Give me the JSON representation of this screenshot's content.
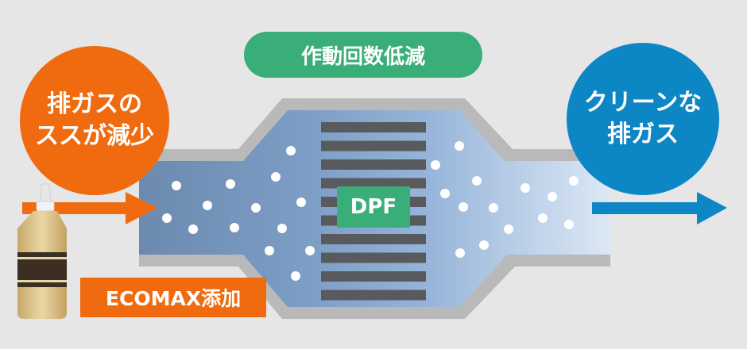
{
  "top_label": "作動回数低減",
  "left_circle": {
    "line1": "排ガスの",
    "line2": "ススが減少"
  },
  "right_circle": {
    "line1": "クリーンな",
    "line2": "排ガス"
  },
  "filter_label": "DPF",
  "additive_label": "ECOMAX添加",
  "colors": {
    "orange": "#f06a0f",
    "green": "#3aae78",
    "blue": "#0d86c6",
    "pipe_gray": "#b9b9b9",
    "filter_bar": "#595a5d"
  },
  "icons": [
    "orange-arrow-icon",
    "blue-arrow-icon",
    "additive-bottle-icon",
    "soot-particle-icon"
  ]
}
